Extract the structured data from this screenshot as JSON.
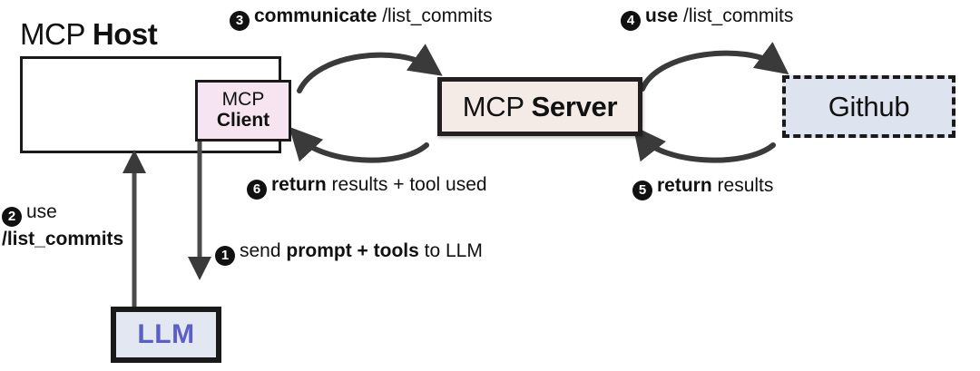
{
  "diagram": {
    "title": "MCP Host / MCP Server / Github interaction flow",
    "colors": {
      "client_fill": "#f6e4f0",
      "server_fill": "#f4eae6",
      "github_fill": "#dee4ef",
      "llm_fill": "#e2e7f2",
      "llm_text": "#5b5ec4",
      "stroke": "#1a1a1a",
      "background": "#ffffff"
    }
  },
  "nodes": {
    "host": {
      "title_regular": "MCP",
      "title_bold": "Host",
      "shape": "rectangle",
      "border": "solid"
    },
    "client": {
      "line1": "MCP",
      "line2": "Client",
      "shape": "rectangle",
      "border": "solid"
    },
    "server": {
      "label_regular": "MCP",
      "label_bold": "Server",
      "shape": "rectangle",
      "border": "thick-solid"
    },
    "github": {
      "label": "Github",
      "shape": "rectangle",
      "border": "dashed"
    },
    "llm": {
      "label": "LLM",
      "shape": "rectangle",
      "border": "thick-solid"
    }
  },
  "steps": [
    {
      "number": "1",
      "parts": [
        {
          "text": "send ",
          "bold": false
        },
        {
          "text": "prompt + tools",
          "bold": true
        },
        {
          "text": " to LLM",
          "bold": false
        }
      ],
      "from": "mcp-host",
      "to": "llm"
    },
    {
      "number": "2",
      "line1_regular": "use",
      "line2_bold": "/list_commits",
      "from": "llm",
      "to": "mcp-host"
    },
    {
      "number": "3",
      "bold": "communicate",
      "regular": "/list_commits",
      "from": "mcp-client",
      "to": "mcp-server"
    },
    {
      "number": "4",
      "bold": "use",
      "regular": "/list_commits",
      "from": "mcp-server",
      "to": "github"
    },
    {
      "number": "5",
      "bold": "return",
      "regular": "results",
      "from": "github",
      "to": "mcp-server"
    },
    {
      "number": "6",
      "bold": "return",
      "regular": "results + tool used",
      "from": "mcp-server",
      "to": "mcp-client"
    }
  ]
}
